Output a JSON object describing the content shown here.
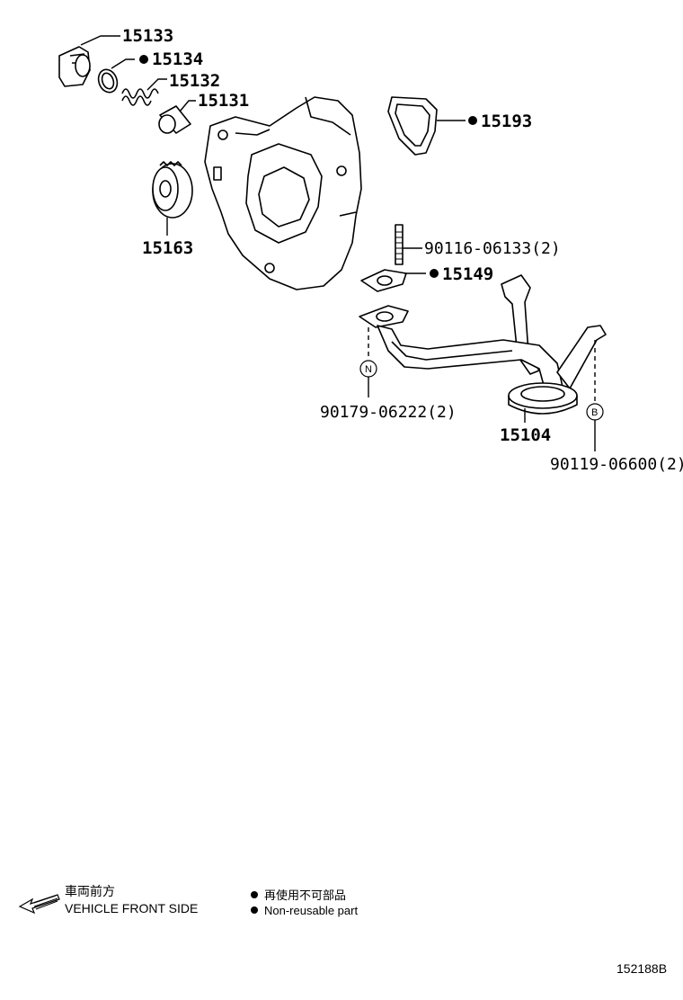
{
  "parts": {
    "p15133": "15133",
    "p15134": "15134",
    "p15132": "15132",
    "p15131": "15131",
    "p15163": "15163",
    "p15193": "15193",
    "p90116": "90116-06133(2)",
    "p15149": "15149",
    "p90179": "90179-06222(2)",
    "p15104": "15104",
    "p90119": "90119-06600(2)"
  },
  "tags": {
    "n": "N",
    "b": "B"
  },
  "legend": {
    "front_jp": "車両前方",
    "front_en": "VEHICLE FRONT SIDE",
    "nonreuse_jp": "再使用不可部品",
    "nonreuse_en": "Non-reusable part"
  },
  "diagram_code": "152188B"
}
